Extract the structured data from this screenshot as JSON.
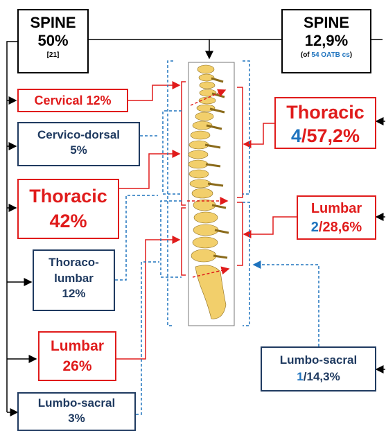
{
  "left_spine": {
    "title": "SPINE",
    "percent": "50%",
    "ref": "[21]"
  },
  "right_spine": {
    "title": "SPINE",
    "percent": "12,9%",
    "note_prefix": "(of ",
    "note_count": "54 OATB cs",
    "note_suffix": ")"
  },
  "left_regions": [
    {
      "name": "Cervical 12%"
    },
    {
      "line1": "Cervico-dorsal",
      "line2": "5%"
    },
    {
      "line1": "Thoracic",
      "line2": "42%"
    },
    {
      "line1": "Thoraco-",
      "line2": "lumbar",
      "line3": "12%"
    },
    {
      "line1": "Lumbar",
      "line2": "26%"
    },
    {
      "line1": "Lumbo-sacral",
      "line2": "3%"
    }
  ],
  "right_regions": [
    {
      "name": "Thoracic",
      "count": "4",
      "rest": "/57,2%"
    },
    {
      "name": "Lumbar",
      "count": "2",
      "rest": "/28,6%"
    },
    {
      "name": "Lumbo-sacral",
      "count": "1",
      "rest": "/14,3%"
    }
  ],
  "colors": {
    "red": "#e01b1b",
    "navy": "#1f3a60",
    "blue": "#1e73be",
    "bone": "#f2cf6b"
  }
}
